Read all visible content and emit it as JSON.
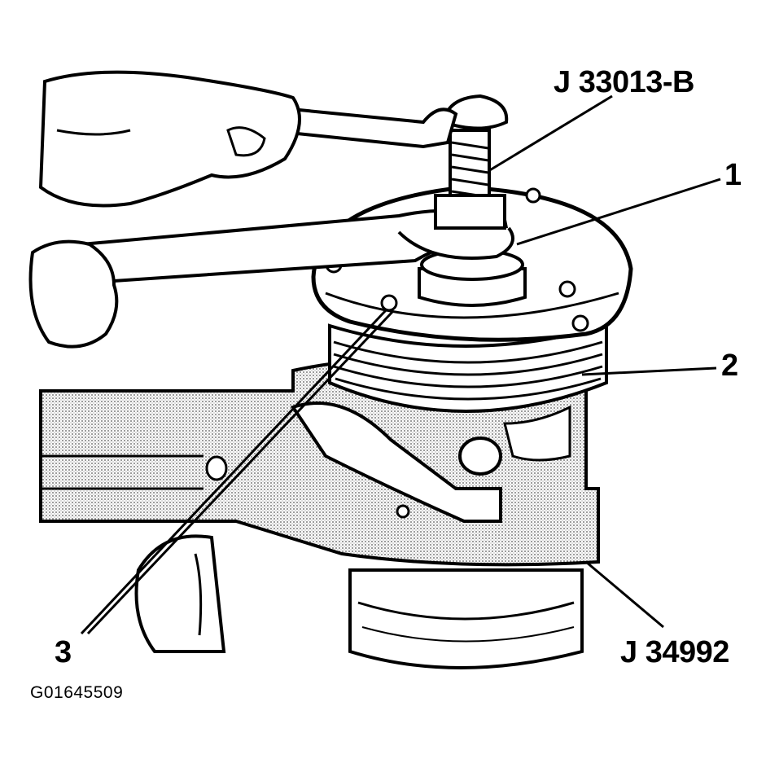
{
  "callouts": {
    "tool_top": "J 33013-B",
    "tool_bottom": "J 34992",
    "item_1": "1",
    "item_2": "2",
    "item_3": "3"
  },
  "figure_ref": "G01645509",
  "colors": {
    "ink": "#000000",
    "paper": "#ffffff",
    "stipple": "#c8c8c8"
  }
}
